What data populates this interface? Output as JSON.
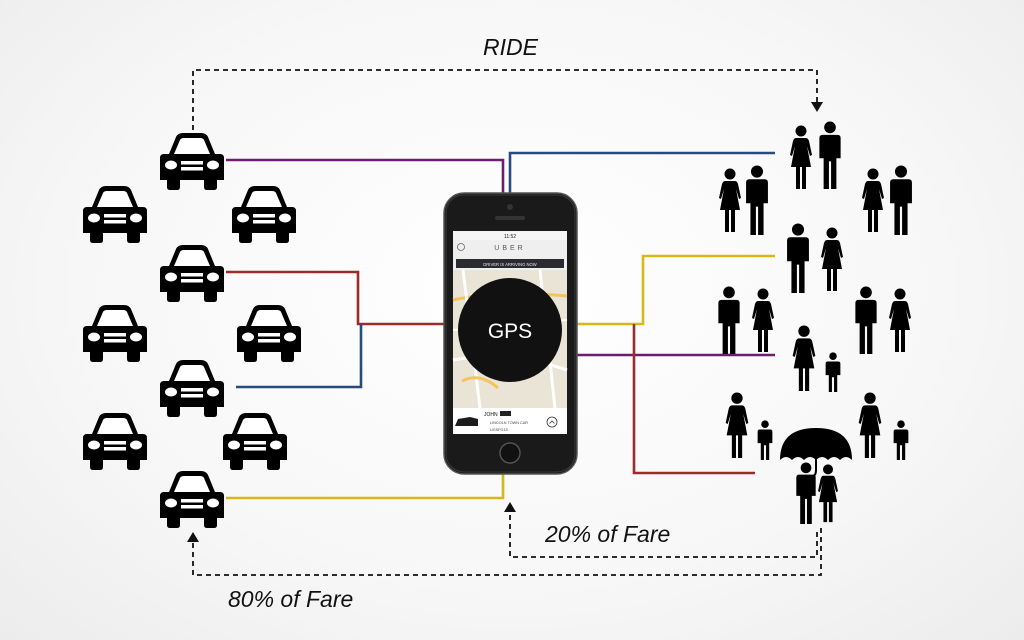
{
  "labels": {
    "ride": "RIDE",
    "driver_share": "80% of Fare",
    "platform_share": "20% of Fare",
    "hub": "GPS"
  },
  "phone": {
    "brand": "UBER",
    "status_time": "11:52",
    "banner": "DRIVER IS ARRIVING NOW",
    "driver_name": "JOHN",
    "car_model": "LINCOLN TOWN CAR",
    "plate": "UGSFG15"
  },
  "colors": {
    "purple": "#6a1e6e",
    "red": "#9c2b2b",
    "blue": "#284a7e",
    "yellow": "#d6b818",
    "icon": "#000000"
  },
  "icons": {
    "car": "car-icon",
    "couple": "couple-icon",
    "mother_child": "mother-child-icon",
    "umbrella_couple": "umbrella-couple-icon",
    "phone": "smartphone-icon"
  }
}
